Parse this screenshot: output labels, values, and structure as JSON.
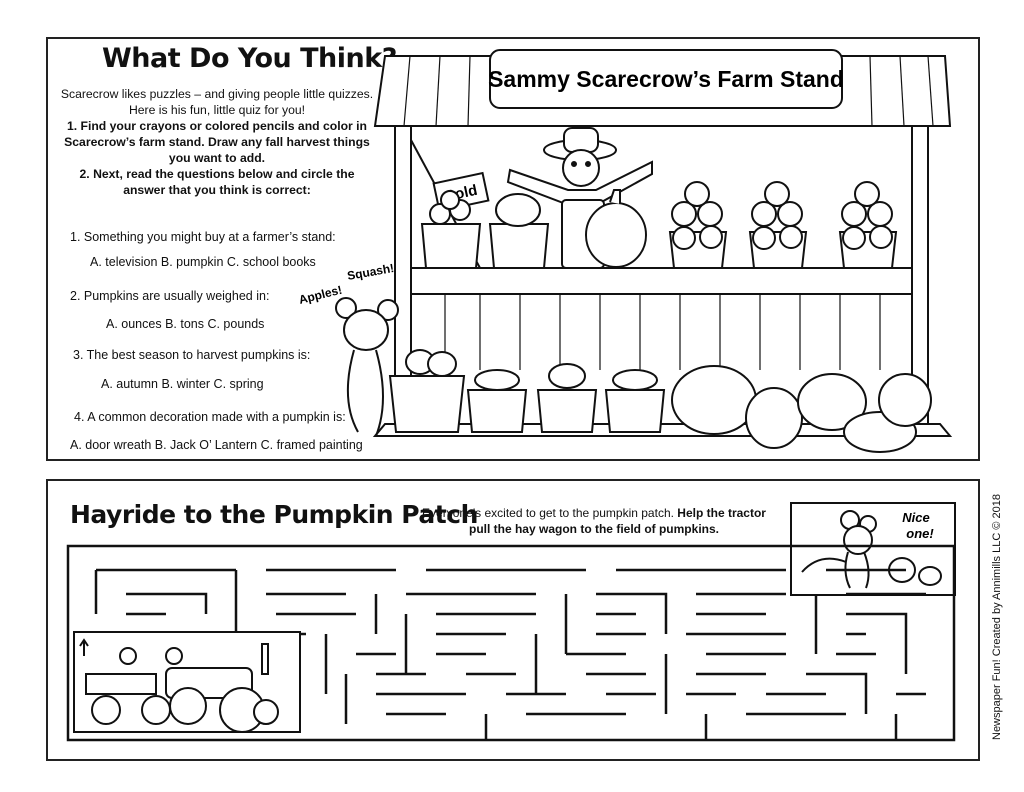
{
  "quiz": {
    "title": "What Do You Think?",
    "intro": "Scarecrow likes puzzles – and giving people little quizzes. Here is his fun, little quiz for you!",
    "instruction1": "1. Find your crayons or colored pencils and color in Scarecrow’s farm stand. Draw any fall harvest things you want to add.",
    "instruction2": "2. Next, read the questions below and circle the answer that you think is correct:",
    "questions": [
      {
        "q": "1. Something you might buy at a farmer’s stand:",
        "a": "A. television  B. pumpkin  C. school books"
      },
      {
        "q": "2. Pumpkins are usually weighed in:",
        "a": "A. ounces  B. tons  C. pounds"
      },
      {
        "q": "3. The best season to harvest pumpkins is:",
        "a": "A. autumn  B. winter  C. spring"
      },
      {
        "q": "4. A common decoration made with a pumpkin is:",
        "a": "A. door wreath   B. Jack O’ Lantern   C. framed painting"
      }
    ]
  },
  "stand": {
    "sign": "Sammy Scarecrow’s Farm Stand",
    "sold_tag": "Sold",
    "apples_bubble": "Apples!",
    "squash_bubble": "Squash!"
  },
  "hayride": {
    "title": "Hayride to the Pumpkin Patch",
    "text_plain": "Everyone’s excited to get to the pumpkin patch.",
    "text_bold": "Help the tractor pull the hay wagon to the field of pumpkins.",
    "nice_one": "Nice one!"
  },
  "credit": "Newspaper Fun! Created by Annimills LLC © 2018"
}
